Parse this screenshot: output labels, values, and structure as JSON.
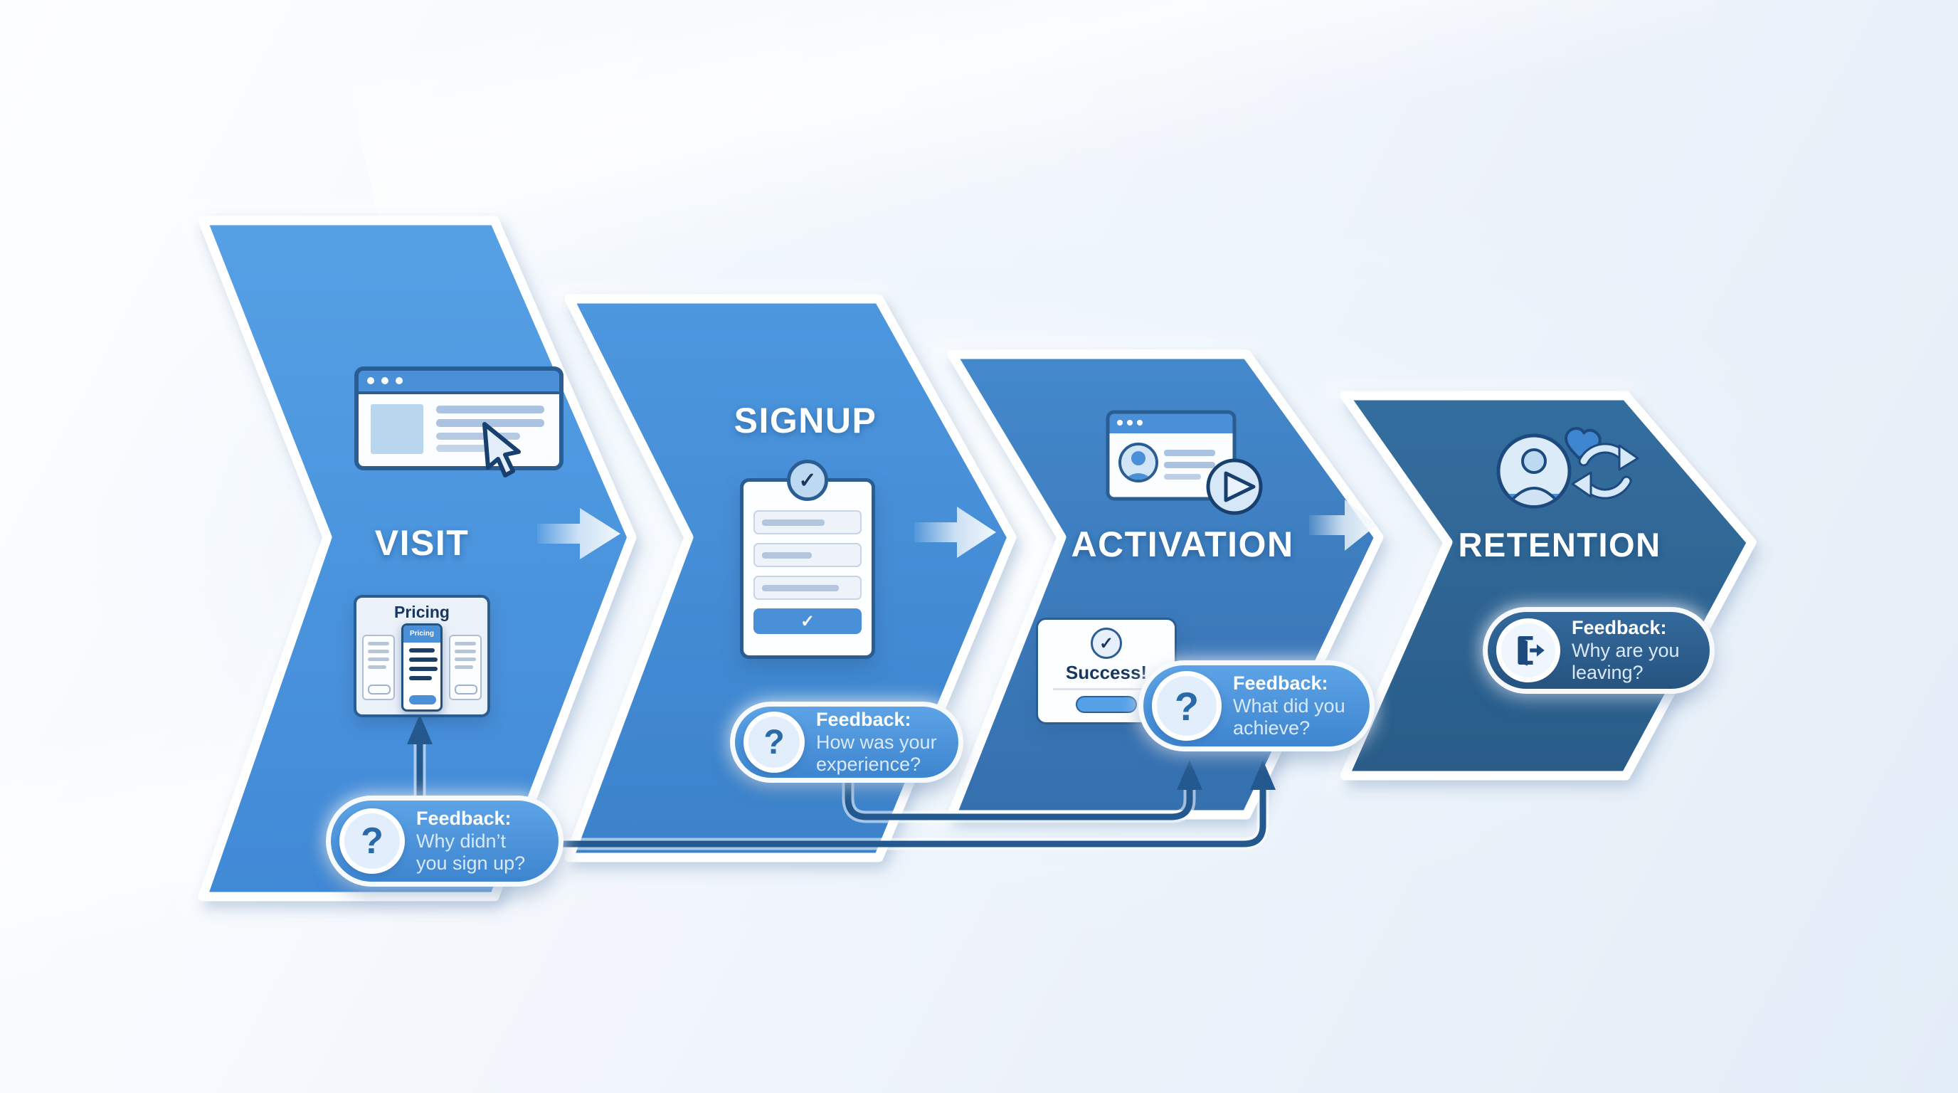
{
  "diagram": {
    "stages": [
      {
        "label": "VISIT",
        "icon": "browser-click-icon"
      },
      {
        "label": "SIGNUP",
        "icon": "signup-form-icon"
      },
      {
        "label": "ACTIVATION",
        "icon": "onboarding-video-icon"
      },
      {
        "label": "RETENTION",
        "icon": "loyal-user-refresh-icon"
      }
    ],
    "pricing_card": {
      "title": "Pricing",
      "mini_title": "Pricing"
    },
    "success_dialog": {
      "title": "Success!"
    },
    "feedback_bubbles": [
      {
        "heading": "Feedback:",
        "question": "Why didn’t you sign up?",
        "icon": "question-mark-icon",
        "attached_to": "VISIT"
      },
      {
        "heading": "Feedback:",
        "question": "How was your experience?",
        "icon": "question-mark-icon",
        "attached_to": "SIGNUP"
      },
      {
        "heading": "Feedback:",
        "question": "What did you achieve?",
        "icon": "question-mark-icon",
        "attached_to": "ACTIVATION"
      },
      {
        "heading": "Feedback:",
        "question": "Why are you leaving?",
        "icon": "exit-door-icon",
        "attached_to": "RETENTION"
      }
    ],
    "icons": {
      "question_mark": "?",
      "check": "✓"
    },
    "colors": {
      "stage_fills": [
        "#4f9be2",
        "#4690da",
        "#3f82c4",
        "#2f6596"
      ],
      "accent_blue": "#4a90d9",
      "dark_navy": "#1d4a7e",
      "connector": "#24598f",
      "background": "#eef4fb"
    }
  }
}
